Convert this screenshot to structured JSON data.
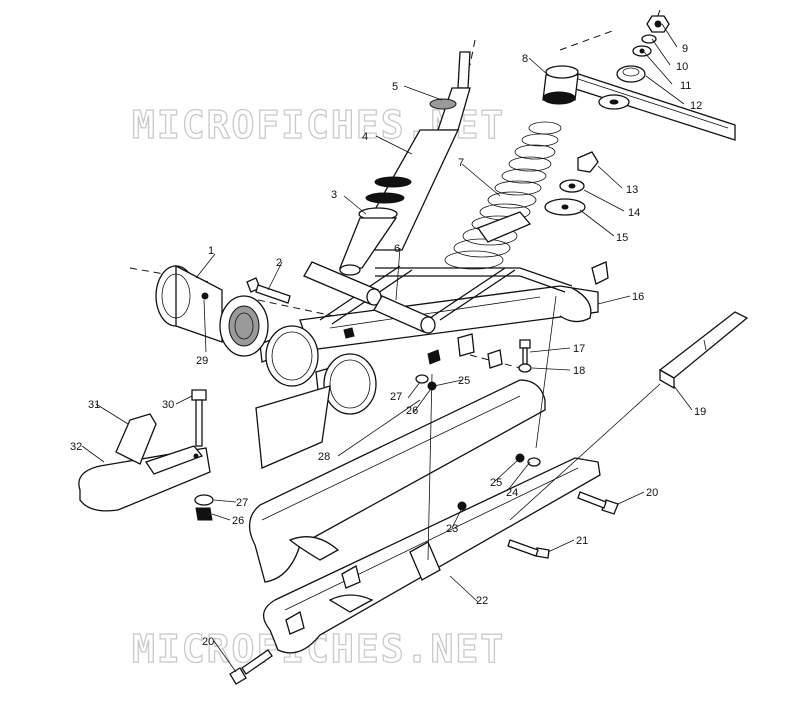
{
  "watermarks": [
    "MICROFICHES.NET",
    "MICROFICHES.NET"
  ],
  "callouts": [
    "1",
    "2",
    "3",
    "4",
    "5",
    "6",
    "7",
    "8",
    "9",
    "10",
    "11",
    "12",
    "13",
    "14",
    "15",
    "16",
    "17",
    "18",
    "19",
    "20",
    "20",
    "21",
    "22",
    "23",
    "24",
    "25",
    "25",
    "26",
    "26",
    "27",
    "27",
    "28",
    "29",
    "30",
    "31",
    "32"
  ]
}
